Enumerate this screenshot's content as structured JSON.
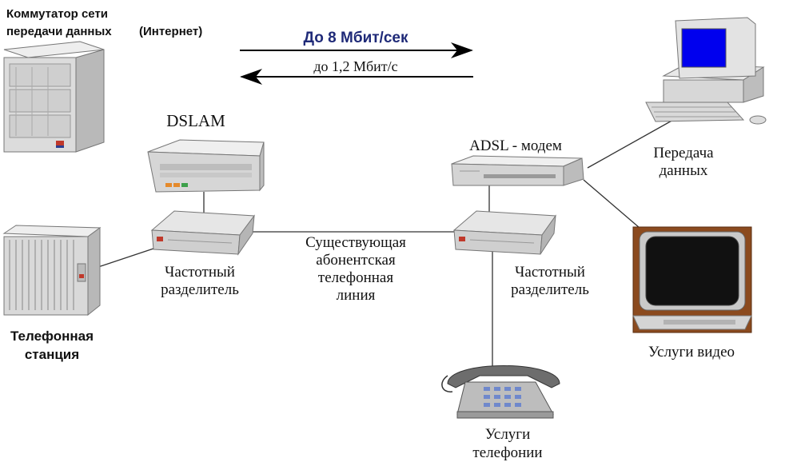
{
  "labels": {
    "switch_line1": "Коммутатор сети",
    "switch_line2": "передачи данных",
    "internet": "(Интернет)",
    "downstream": "До 8 Мбит/сек",
    "upstream": "до 1,2 Мбит/с",
    "dslam": "DSLAM",
    "adsl_modem": "ADSL - модем",
    "data_line1": "Передача",
    "data_line2": "данных",
    "splitter_left_line1": "Частотный",
    "splitter_left_line2": "разделитель",
    "line_line1": "Существующая",
    "line_line2": "абонентская",
    "line_line3": "телефонная",
    "line_line4": "линия",
    "splitter_right_line1": "Частотный",
    "splitter_right_line2": "разделитель",
    "station_line1": "Телефонная",
    "station_line2": "станция",
    "video": "Услуги видео",
    "tel_line1": "Услуги",
    "tel_line2": "телефонии"
  },
  "colors": {
    "downstream_text": "#1f2a78",
    "screen_blue": "#0000ee",
    "tv_wood": "#8b4a1e",
    "device_gray": "#d9d9d9"
  }
}
